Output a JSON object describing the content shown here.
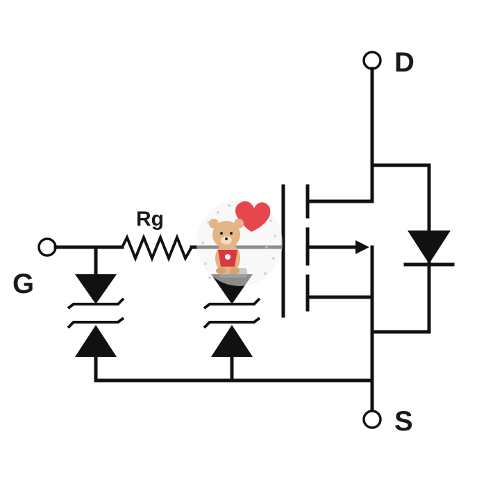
{
  "diagram": {
    "labels": {
      "drain": "D",
      "gate": "G",
      "source": "S",
      "gate_resistor": "Rg"
    },
    "colors": {
      "ink": "#111111",
      "background": "#ffffff",
      "sticker_heart": "#e8464e",
      "sticker_bear": "#e3b487"
    }
  }
}
